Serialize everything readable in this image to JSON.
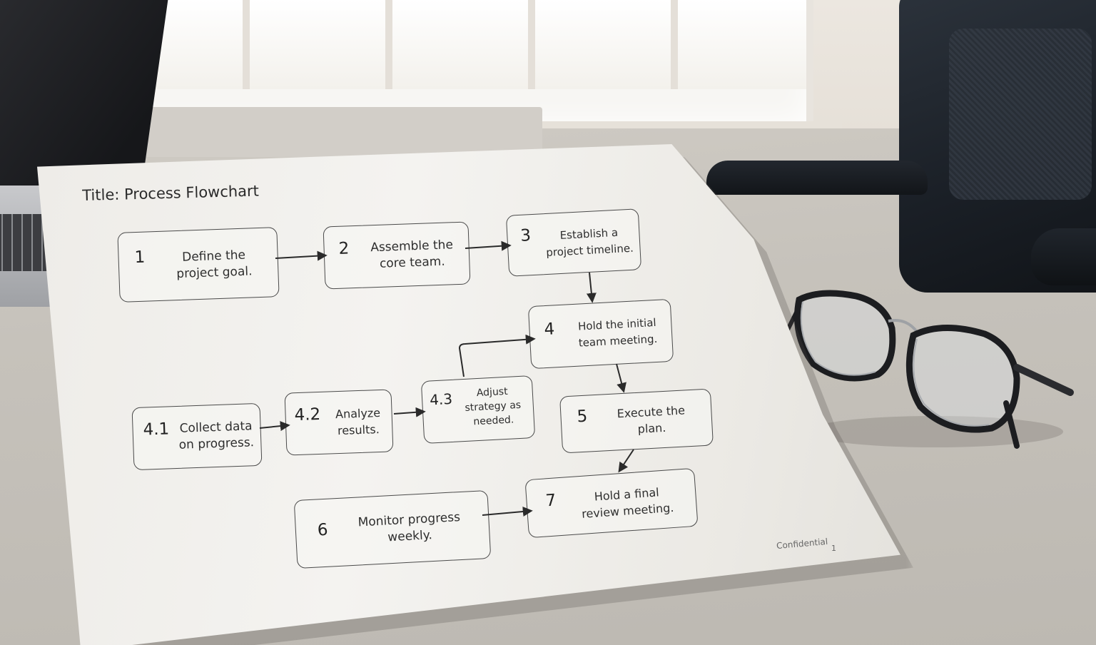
{
  "document": {
    "title": "Title: Process Flowchart",
    "footer_label": "Confidential",
    "page_number": "1"
  },
  "steps": {
    "s1": {
      "num": "1",
      "line1": "Define the",
      "line2": "project goal."
    },
    "s2": {
      "num": "2",
      "line1": "Assemble the",
      "line2": "core team."
    },
    "s3": {
      "num": "3",
      "line1": "Establish a",
      "line2": "project timeline."
    },
    "s4": {
      "num": "4",
      "line1": "Hold the initial",
      "line2": "team meeting."
    },
    "s41": {
      "num": "4.1",
      "line1": "Collect data",
      "line2": "on progress."
    },
    "s42": {
      "num": "4.2",
      "line1": "Analyze",
      "line2": "results."
    },
    "s43": {
      "num": "4.3",
      "line1": "Adjust",
      "line2": "strategy as",
      "line3": "needed."
    },
    "s5": {
      "num": "5",
      "line1": "Execute the",
      "line2": "plan."
    },
    "s6": {
      "num": "6",
      "line1": "Monitor progress",
      "line2": "weekly."
    },
    "s7": {
      "num": "7",
      "line1": "Hold a final",
      "line2": "review meeting."
    }
  },
  "colors": {
    "paper": "#f2f1ee",
    "ink": "#2a2a2a",
    "desk": "#c9c5be"
  }
}
